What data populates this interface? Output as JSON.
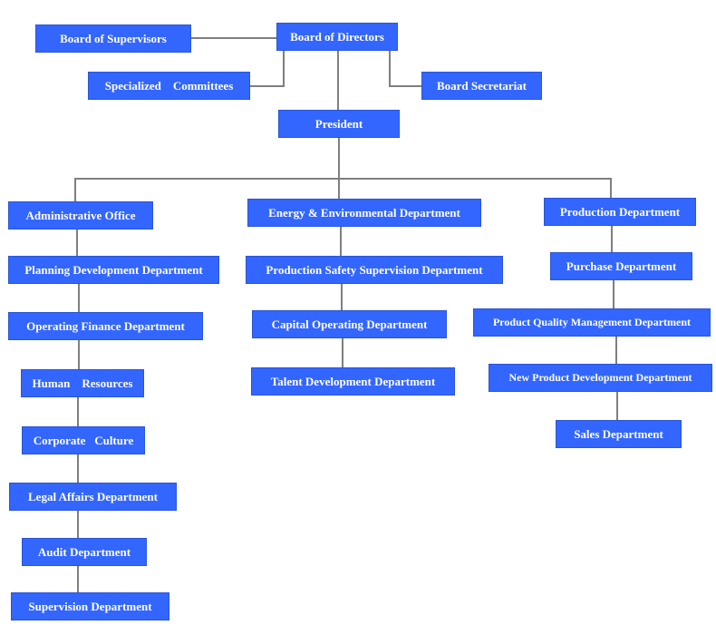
{
  "colors": {
    "box": "#3366ff",
    "line": "#7f7f7f",
    "text": "#ffffff"
  },
  "nodes": [
    {
      "id": "board-of-supervisors",
      "label": "Board of Supervisors"
    },
    {
      "id": "board-of-directors",
      "label": "Board of Directors"
    },
    {
      "id": "specialized-committees",
      "label": "Specialized    Committees"
    },
    {
      "id": "board-secretariat",
      "label": "Board Secretariat"
    },
    {
      "id": "president",
      "label": "President"
    },
    {
      "id": "administrative-office",
      "label": "Administrative Office"
    },
    {
      "id": "planning-development-department",
      "label": "Planning Development Department"
    },
    {
      "id": "operating-finance-department",
      "label": "Operating Finance Department"
    },
    {
      "id": "human-resources",
      "label": "Human    Resources"
    },
    {
      "id": "corporate-culture",
      "label": "Corporate   Culture"
    },
    {
      "id": "legal-affairs-department",
      "label": "Legal Affairs Department"
    },
    {
      "id": "audit-department",
      "label": "Audit Department"
    },
    {
      "id": "supervision-department",
      "label": "Supervision Department"
    },
    {
      "id": "energy-environmental-department",
      "label": "Energy & Environmental Department"
    },
    {
      "id": "production-safety-supervision-department",
      "label": "Production Safety Supervision Department"
    },
    {
      "id": "capital-operating-department",
      "label": "Capital Operating Department"
    },
    {
      "id": "talent-development-department",
      "label": "Talent Development Department"
    },
    {
      "id": "production-department",
      "label": "Production Department"
    },
    {
      "id": "purchase-department",
      "label": "Purchase Department"
    },
    {
      "id": "product-quality-management-department",
      "label": "Product Quality Management Department"
    },
    {
      "id": "new-product-development-department",
      "label": "New Product Development Department"
    },
    {
      "id": "sales-department",
      "label": "Sales Department"
    }
  ],
  "edges": [
    [
      "board-of-directors",
      "board-of-supervisors"
    ],
    [
      "board-of-directors",
      "specialized-committees"
    ],
    [
      "board-of-directors",
      "board-secretariat"
    ],
    [
      "board-of-directors",
      "president"
    ],
    [
      "president",
      "administrative-office"
    ],
    [
      "president",
      "energy-environmental-department"
    ],
    [
      "president",
      "production-department"
    ],
    [
      "administrative-office",
      "planning-development-department"
    ],
    [
      "planning-development-department",
      "operating-finance-department"
    ],
    [
      "operating-finance-department",
      "human-resources"
    ],
    [
      "human-resources",
      "corporate-culture"
    ],
    [
      "corporate-culture",
      "legal-affairs-department"
    ],
    [
      "legal-affairs-department",
      "audit-department"
    ],
    [
      "audit-department",
      "supervision-department"
    ],
    [
      "energy-environmental-department",
      "production-safety-supervision-department"
    ],
    [
      "production-safety-supervision-department",
      "capital-operating-department"
    ],
    [
      "capital-operating-department",
      "talent-development-department"
    ],
    [
      "production-department",
      "purchase-department"
    ],
    [
      "purchase-department",
      "product-quality-management-department"
    ],
    [
      "product-quality-management-department",
      "new-product-development-department"
    ],
    [
      "new-product-development-department",
      "sales-department"
    ]
  ]
}
